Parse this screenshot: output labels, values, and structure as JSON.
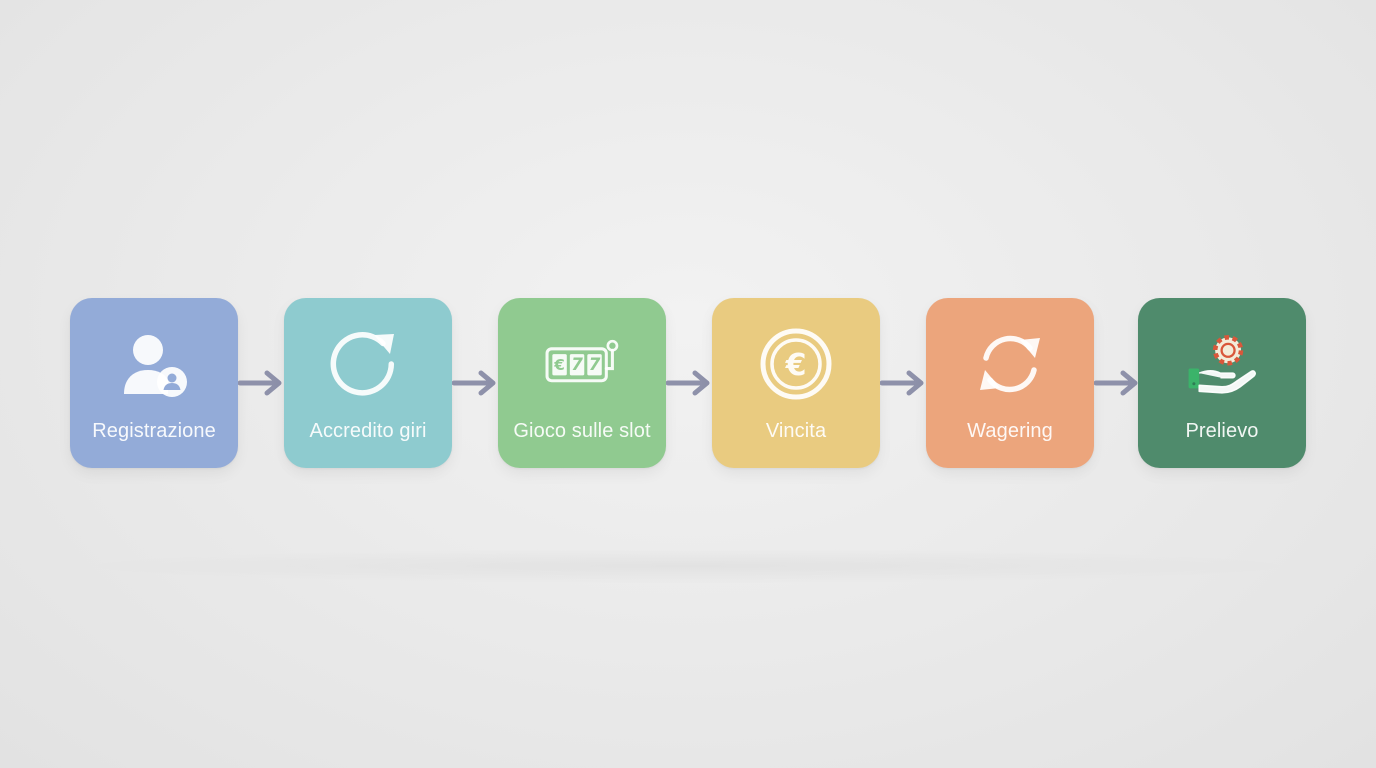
{
  "steps": [
    {
      "label": "Registrazione",
      "icon": "user-icon",
      "color": "#93abd8"
    },
    {
      "label": "Accredito giri",
      "icon": "refresh-icon",
      "color": "#8ecbcf"
    },
    {
      "label": "Gioco sulle slot",
      "icon": "slot-machine-icon",
      "color": "#90ca90"
    },
    {
      "label": "Vincita",
      "icon": "euro-coin-icon",
      "color": "#e9cb80"
    },
    {
      "label": "Wagering",
      "icon": "cycle-arrows-icon",
      "color": "#eca57c"
    },
    {
      "label": "Prelievo",
      "icon": "hand-chip-icon",
      "color": "#4f8b6c"
    }
  ],
  "connector_color": "#8e91aa"
}
